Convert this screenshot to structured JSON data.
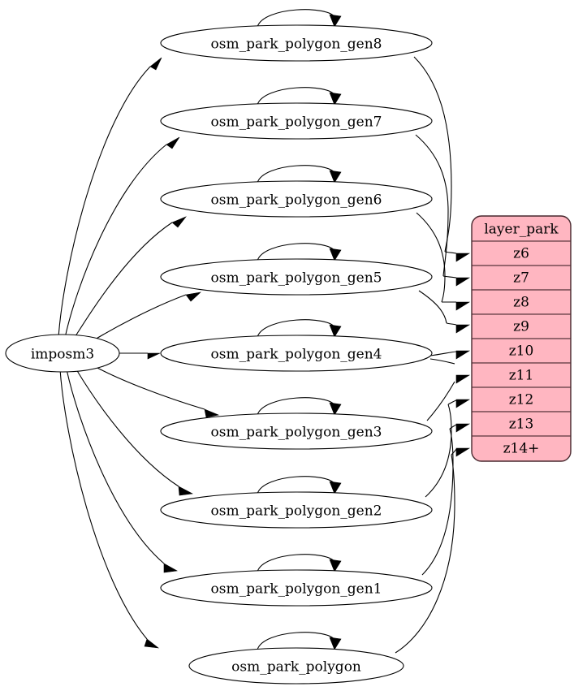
{
  "diagram": {
    "type": "graphviz-digraph",
    "background_color": "#ffffff",
    "source_node": {
      "id": "imposm3",
      "label": "imposm3",
      "shape": "ellipse",
      "fill": "#ffffff",
      "stroke": "#000000"
    },
    "process_nodes": [
      {
        "id": "gen8",
        "label": "osm_park_polygon_gen8",
        "shape": "ellipse",
        "self_loop": true
      },
      {
        "id": "gen7",
        "label": "osm_park_polygon_gen7",
        "shape": "ellipse",
        "self_loop": true
      },
      {
        "id": "gen6",
        "label": "osm_park_polygon_gen6",
        "shape": "ellipse",
        "self_loop": true
      },
      {
        "id": "gen5",
        "label": "osm_park_polygon_gen5",
        "shape": "ellipse",
        "self_loop": true
      },
      {
        "id": "gen4",
        "label": "osm_park_polygon_gen4",
        "shape": "ellipse",
        "self_loop": true
      },
      {
        "id": "gen3",
        "label": "osm_park_polygon_gen3",
        "shape": "ellipse",
        "self_loop": true
      },
      {
        "id": "gen2",
        "label": "osm_park_polygon_gen2",
        "shape": "ellipse",
        "self_loop": true
      },
      {
        "id": "gen1",
        "label": "osm_park_polygon_gen1",
        "shape": "ellipse",
        "self_loop": true
      },
      {
        "id": "base",
        "label": "osm_park_polygon",
        "shape": "ellipse",
        "self_loop": true
      }
    ],
    "layer_table": {
      "id": "layer_park",
      "header": "layer_park",
      "fill": "#ffb6c1",
      "stroke": "#4a2a30",
      "rows": [
        {
          "id": "z6",
          "label": "z6"
        },
        {
          "id": "z7",
          "label": "z7"
        },
        {
          "id": "z8",
          "label": "z8"
        },
        {
          "id": "z9",
          "label": "z9"
        },
        {
          "id": "z10",
          "label": "z10"
        },
        {
          "id": "z11",
          "label": "z11"
        },
        {
          "id": "z12",
          "label": "z12"
        },
        {
          "id": "z13",
          "label": "z13"
        },
        {
          "id": "z14p",
          "label": "z14+"
        }
      ]
    }
  }
}
